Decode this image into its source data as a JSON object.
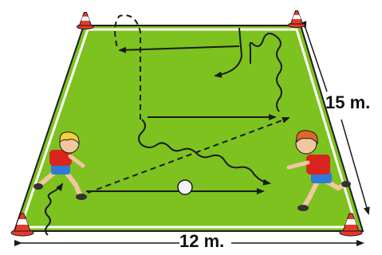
{
  "field": {
    "grass_color": "#7dc21e",
    "line_color": "#ffffff",
    "outline_color": "#1e1e1e"
  },
  "cones": [
    {
      "name": "cone-top-left"
    },
    {
      "name": "cone-top-right"
    },
    {
      "name": "cone-bottom-left"
    },
    {
      "name": "cone-bottom-right"
    }
  ],
  "cone_colors": {
    "body": "#e8382b",
    "stripe": "#ffffff"
  },
  "players": [
    {
      "name": "player-left",
      "hair": "#f5d23a",
      "shirt": "#d9251c",
      "shorts": "#2e7bd6"
    },
    {
      "name": "player-right",
      "hair": "#e0662b",
      "shirt": "#d9251c",
      "shorts": "#2e7bd6"
    }
  ],
  "ball": {
    "color": "#f2f2f2"
  },
  "dimensions": {
    "width": "12 m.",
    "length": "15 m."
  }
}
